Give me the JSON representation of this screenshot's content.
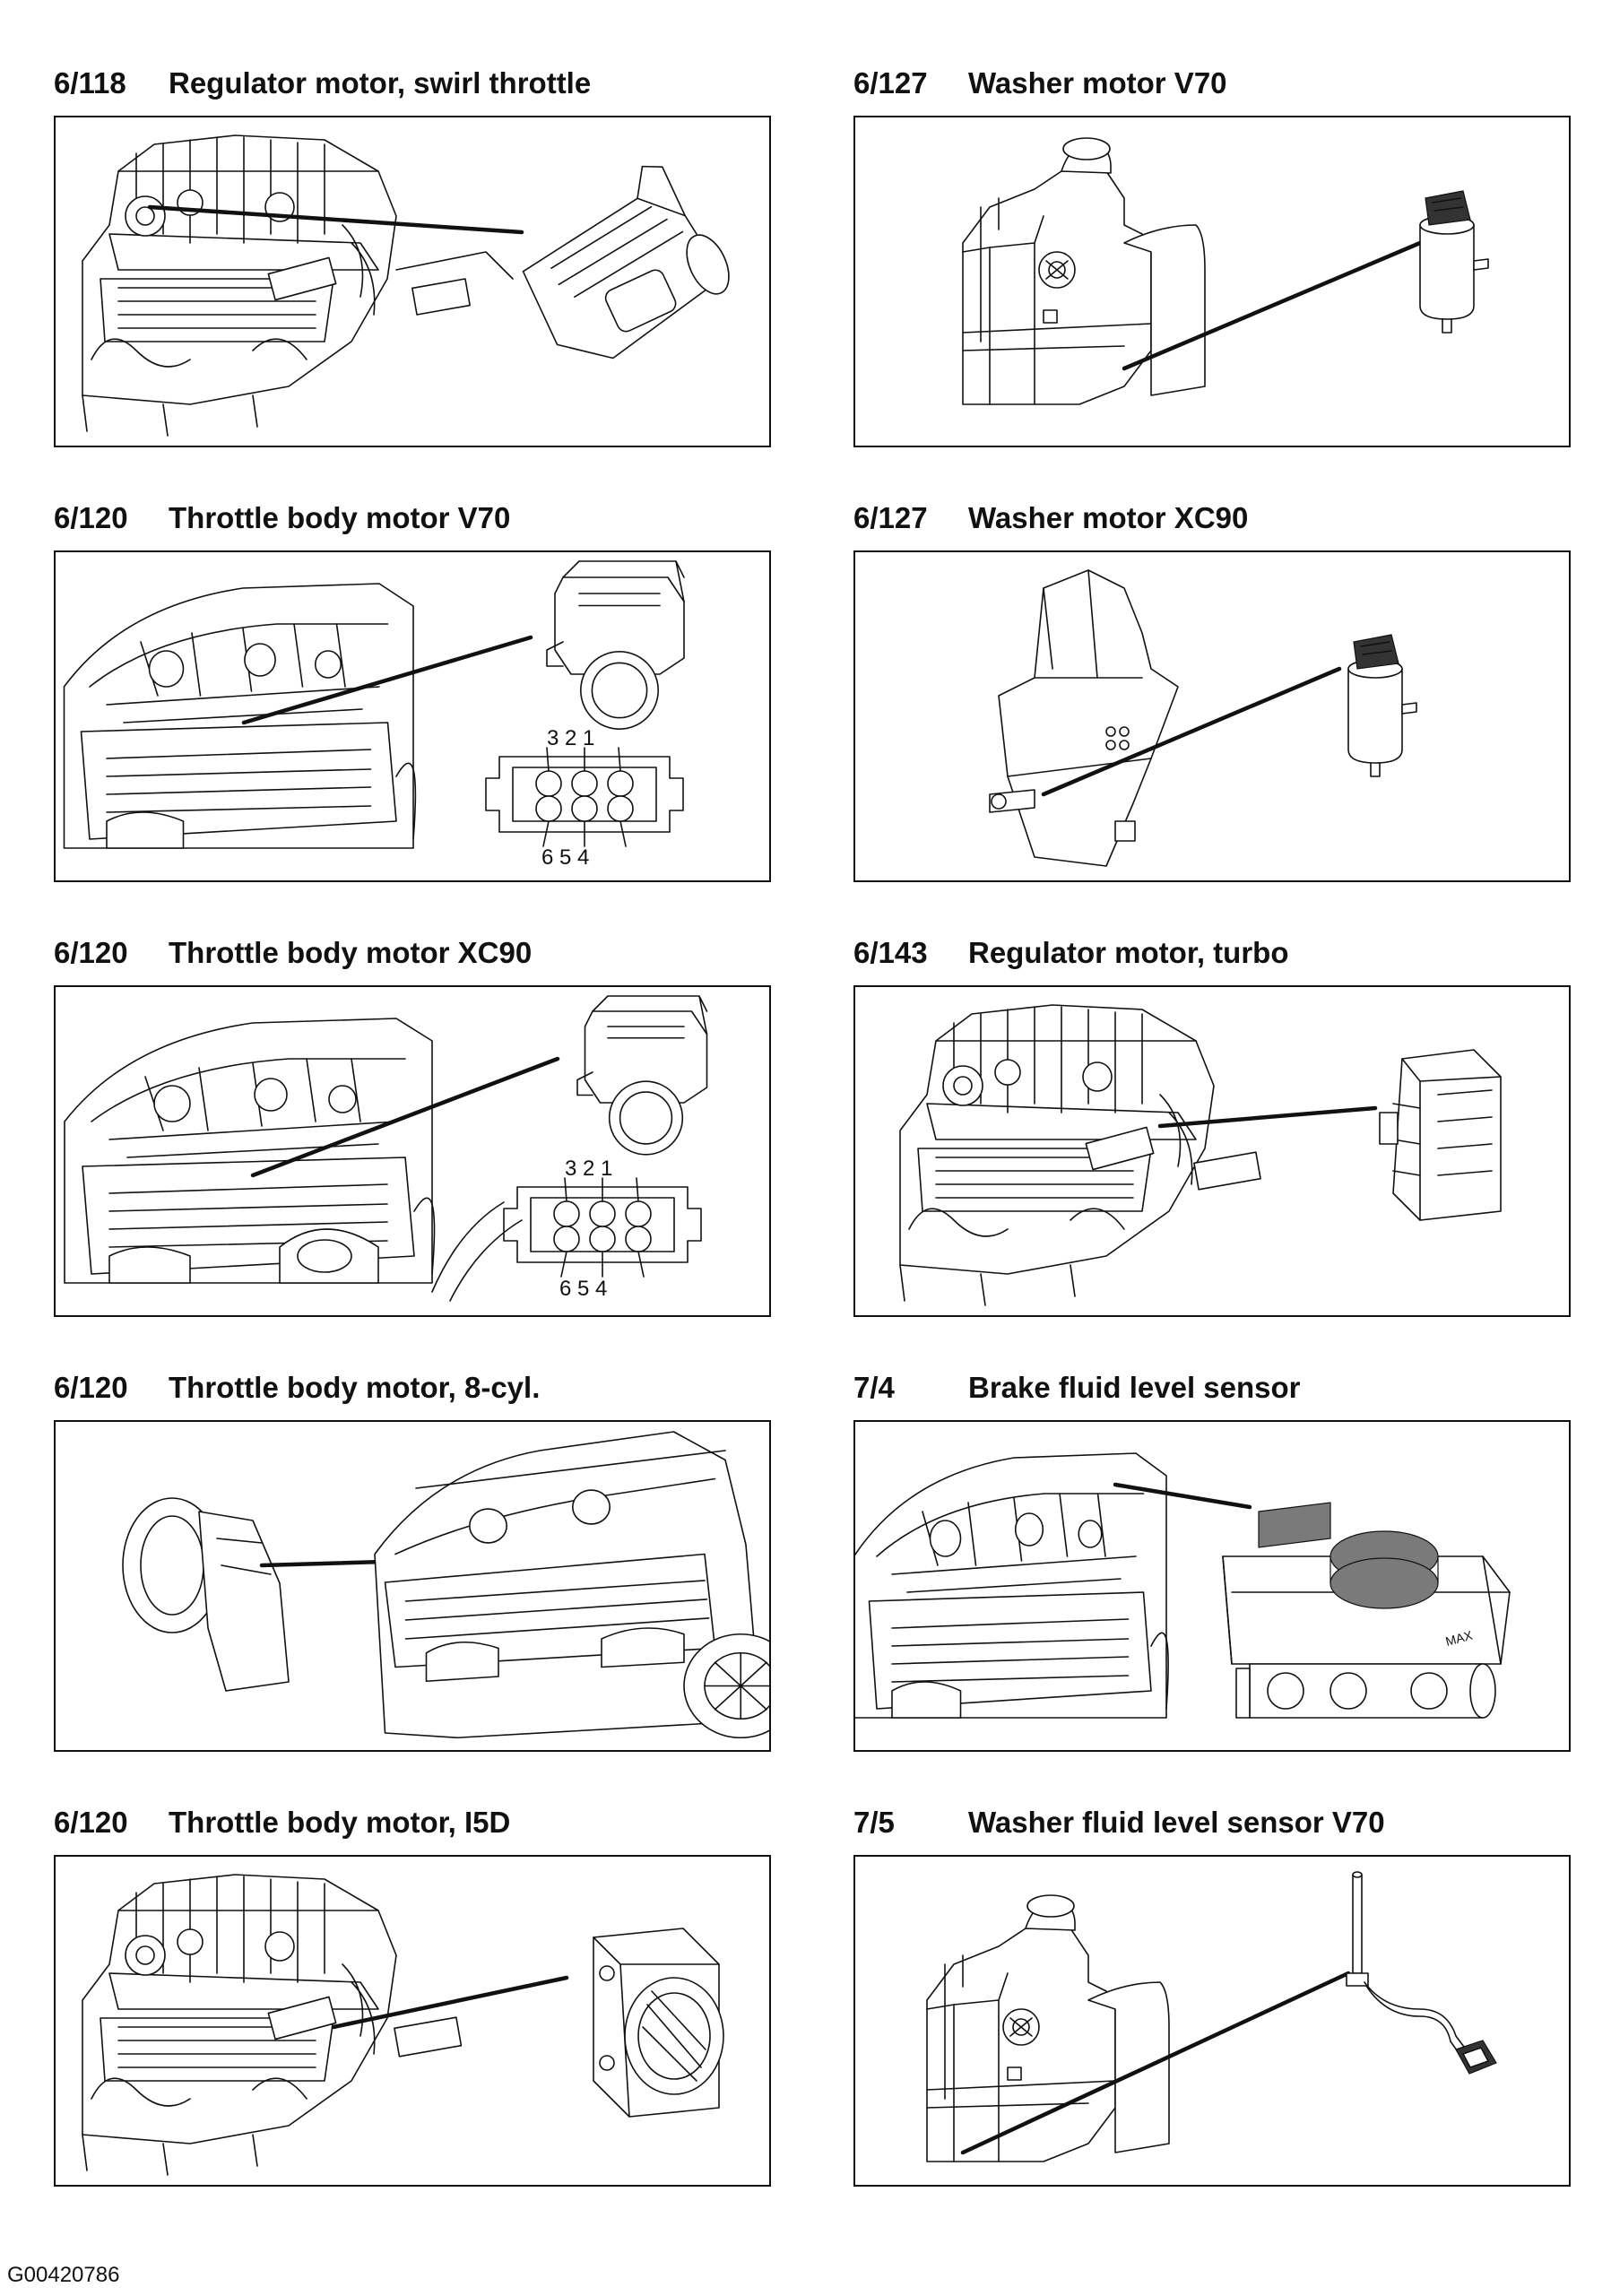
{
  "panels": [
    {
      "code": "6/118",
      "title": "Regulator motor, swirl throttle",
      "illustration": "engine-regulator-motor-swirl-throttle"
    },
    {
      "code": "6/127",
      "title": "Washer motor V70",
      "illustration": "washer-reservoir-motor"
    },
    {
      "code": "6/120",
      "title": "Throttle body motor V70",
      "illustration": "engine-bay-throttle-body-connector",
      "connector_pins_top": "3 2 1",
      "connector_pins_bottom": "6 5 4"
    },
    {
      "code": "6/127",
      "title": "Washer motor XC90",
      "illustration": "washer-reservoir-motor"
    },
    {
      "code": "6/120",
      "title": "Throttle body motor XC90",
      "illustration": "engine-bay-throttle-body-connector",
      "connector_pins_top": "3 2 1",
      "connector_pins_bottom": "6 5 4"
    },
    {
      "code": "6/143",
      "title": "Regulator motor, turbo",
      "illustration": "engine-regulator-motor-turbo"
    },
    {
      "code": "6/120",
      "title": "Throttle body motor, 8-cyl.",
      "illustration": "car-front-throttle-body"
    },
    {
      "code": "7/4",
      "title": "Brake fluid level sensor",
      "illustration": "brake-master-cylinder-reservoir",
      "reservoir_marking": "MAX"
    },
    {
      "code": "6/120",
      "title": "Throttle body motor, I5D",
      "illustration": "engine-throttle-body"
    },
    {
      "code": "7/5",
      "title": "Washer fluid level sensor V70",
      "illustration": "washer-reservoir-level-sensor"
    }
  ],
  "footer": {
    "figure_id": "G00420786"
  }
}
